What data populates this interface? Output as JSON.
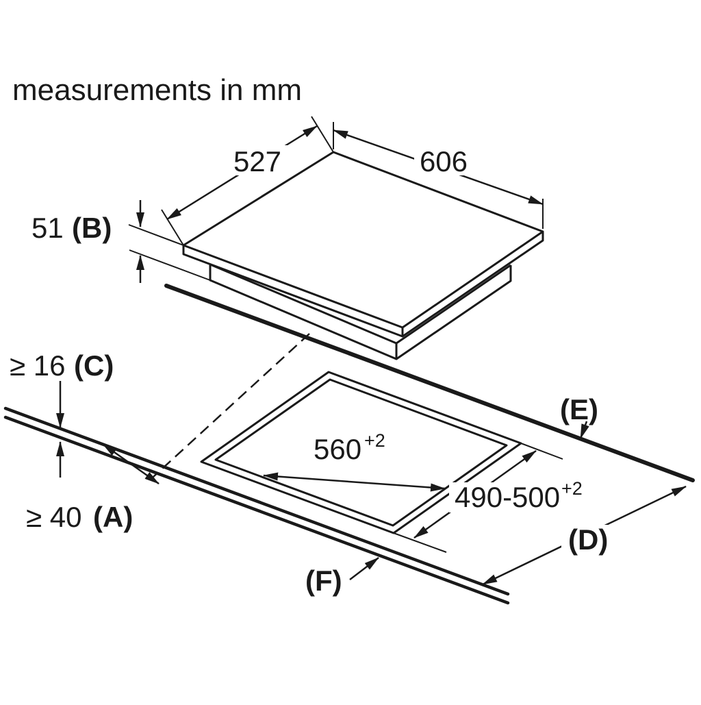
{
  "title": "measurements in mm",
  "colors": {
    "line": "#1a1a1a",
    "background": "#ffffff"
  },
  "dimensions": {
    "top_width": {
      "value": "527"
    },
    "top_depth": {
      "value": "606"
    },
    "appliance_height": {
      "value": "51",
      "label": "(B)"
    },
    "worktop_thickness": {
      "value": "≥ 16",
      "label": "(C)"
    },
    "front_clearance": {
      "value": "≥ 40",
      "label": "(A)"
    },
    "cutout_width": {
      "value": "560",
      "tolerance": "+2"
    },
    "cutout_depth": {
      "value": "490-500",
      "tolerance": "+2"
    },
    "label_back_edge": "(E)",
    "label_worktop_depth": "(D)",
    "label_front_edge": "(F)"
  }
}
